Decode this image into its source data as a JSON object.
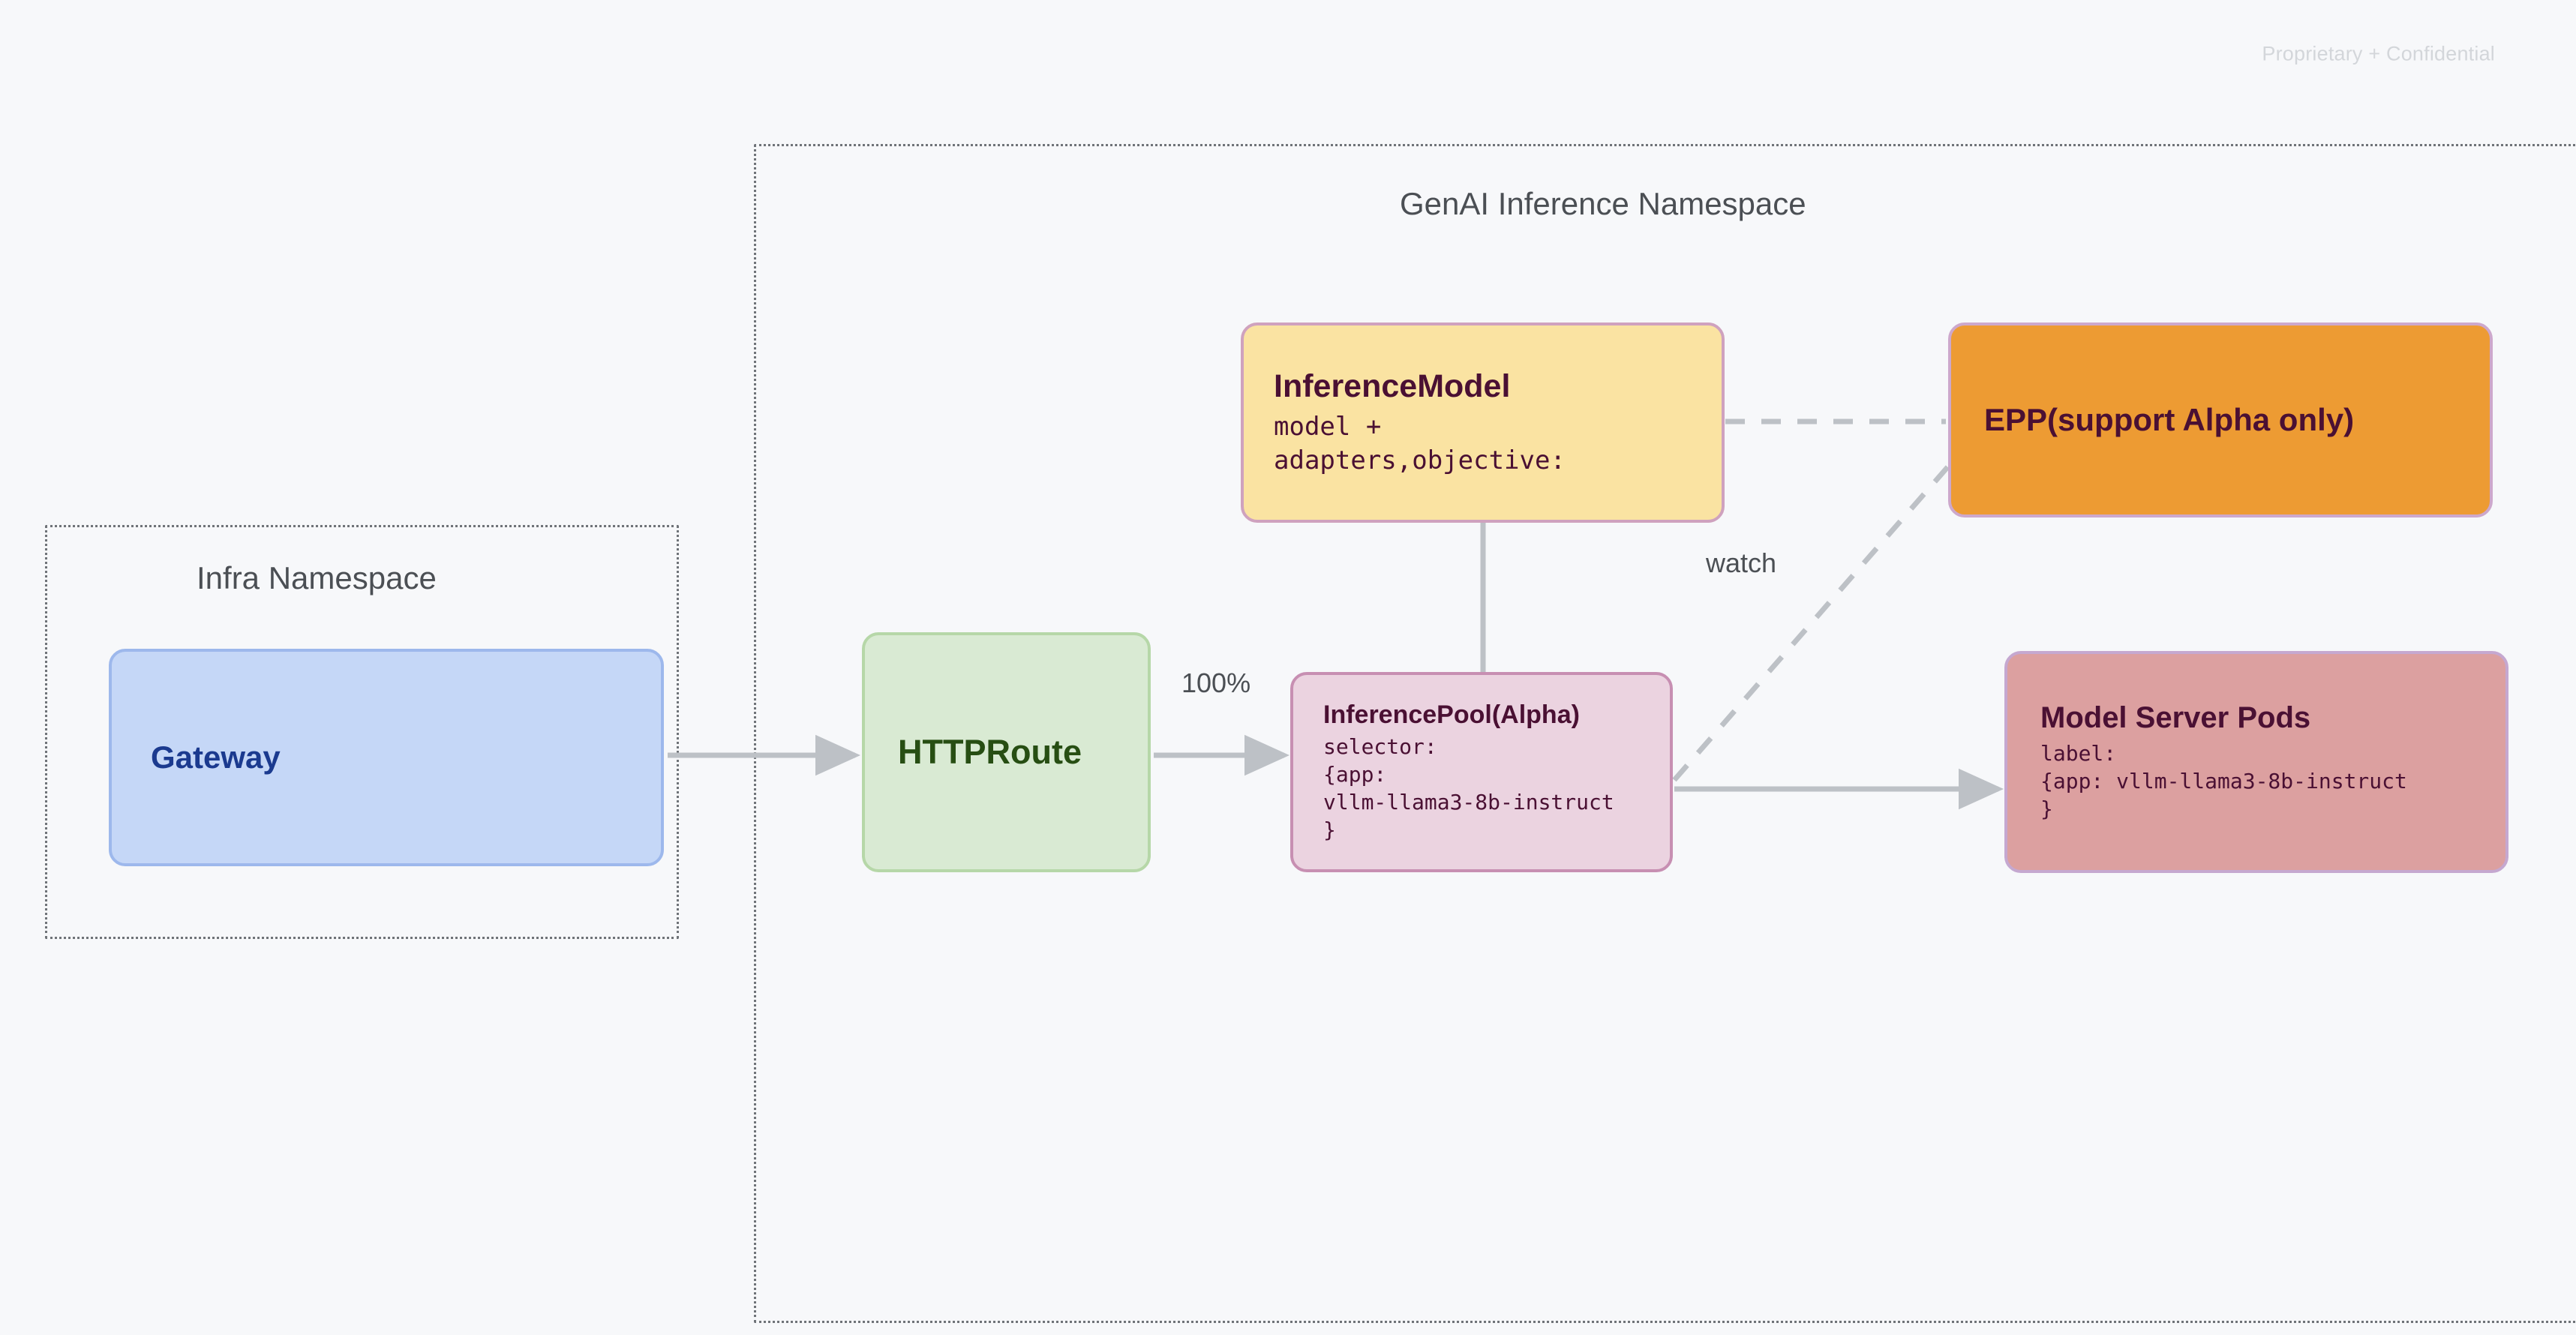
{
  "watermark": "Proprietary + Confidential",
  "namespaces": [
    {
      "id": "infra",
      "title": "Infra Namespace"
    },
    {
      "id": "genai",
      "title": "GenAI Inference Namespace"
    }
  ],
  "nodes": {
    "gateway": {
      "title": "Gateway",
      "sub": ""
    },
    "httproute": {
      "title": "HTTPRoute",
      "sub": ""
    },
    "inference_model": {
      "title": "InferenceModel",
      "sub": "model +\nadapters,objective:"
    },
    "inference_pool": {
      "title": "InferencePool(Alpha)",
      "sub": "selector:\n{app:\nvllm-llama3-8b-instruct\n}"
    },
    "epp": {
      "title": "EPP(support Alpha only)",
      "sub": ""
    },
    "model_server_pods": {
      "title": "Model Server Pods",
      "sub": "label:\n{app: vllm-llama3-8b-instruct\n}"
    }
  },
  "edges": {
    "traffic_split_label": "100%",
    "watch_label": "watch"
  },
  "colors": {
    "background": "#F7F8FA",
    "gateway_fill": "#C5D7F7",
    "gateway_border": "#9DB8EC",
    "gateway_text": "#1B3A8F",
    "httproute_fill": "#D9EAD3",
    "httproute_border": "#B6D7A8",
    "httproute_text": "#274E13",
    "inference_model_fill": "#FAE3A2",
    "inference_pool_fill": "#EBD3E0",
    "epp_fill": "#ED9B33",
    "model_server_pods_fill": "#DCA0A0",
    "node_text_dark": "#4A1033",
    "connector": "#BDC1C6",
    "namespace_border": "#6F7378",
    "watermark_text": "#D3D6DA"
  }
}
